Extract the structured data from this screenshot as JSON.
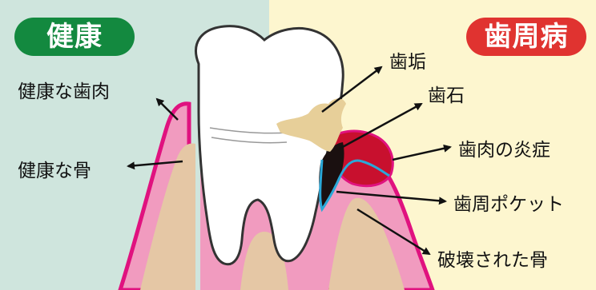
{
  "badges": {
    "healthy": "健康",
    "disease": "歯周病"
  },
  "labels": {
    "healthy_gum": "健康な歯肉",
    "healthy_bone": "健康な骨",
    "plaque": "歯垢",
    "tartar": "歯石",
    "gum_inflammation": "歯肉の炎症",
    "periodontal_pocket": "歯周ポケット",
    "destroyed_bone": "破壊された骨"
  },
  "colors": {
    "healthy_bg": "#cfe5dd",
    "disease_bg": "#fdf6cf",
    "healthy_badge": "#13893f",
    "disease_badge": "#e03330",
    "gum": "#f19bbf",
    "gum_edge": "#e0127f",
    "bone": "#e5c7a5",
    "plaque": "#e7cf99",
    "tartar": "#1a1010",
    "inflammation": "#c8102e",
    "pocket_outline": "#2aa8d8"
  }
}
